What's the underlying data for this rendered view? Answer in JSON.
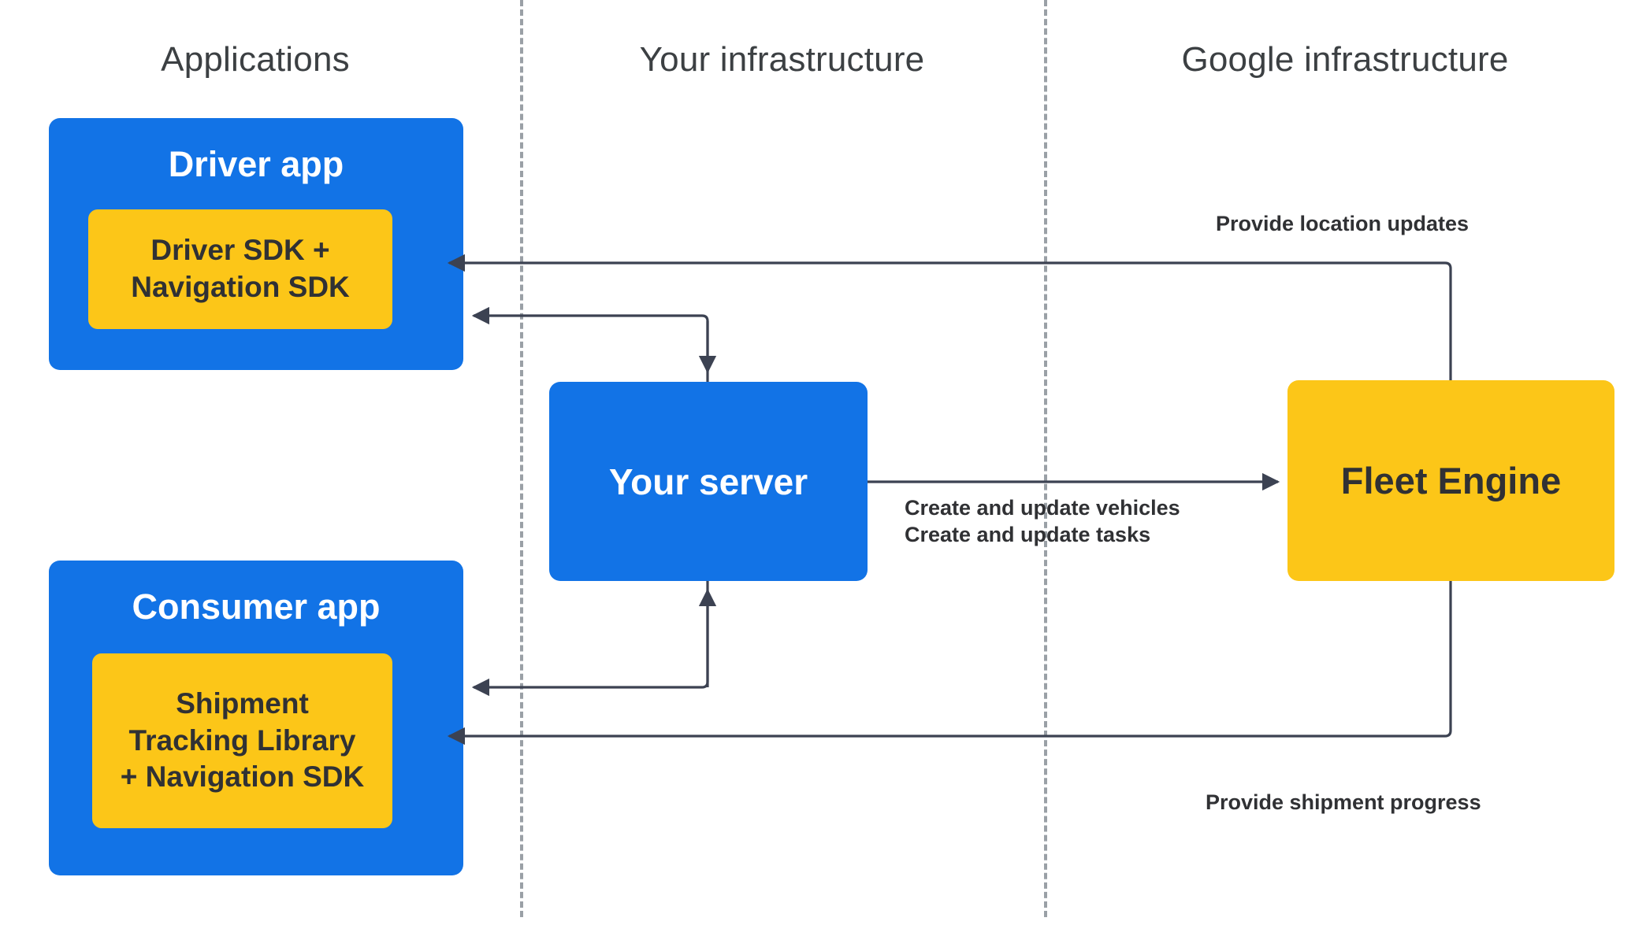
{
  "columns": [
    {
      "id": "applications",
      "label": "Applications"
    },
    {
      "id": "your-infrastructure",
      "label": "Your infrastructure"
    },
    {
      "id": "google-infrastructure",
      "label": "Google infrastructure"
    }
  ],
  "nodes": {
    "driver_app": {
      "title": "Driver app",
      "sdk_label": "Driver SDK +\nNavigation SDK"
    },
    "consumer_app": {
      "title": "Consumer app",
      "sdk_label": "Shipment\nTracking Library\n+ Navigation SDK"
    },
    "your_server": {
      "title": "Your server"
    },
    "fleet_engine": {
      "title": "Fleet Engine"
    }
  },
  "edges": [
    {
      "id": "fleet-to-driver",
      "label": "Provide location updates",
      "from": "fleet_engine",
      "to": "driver_app"
    },
    {
      "id": "server-to-driver",
      "label": "",
      "from": "your_server",
      "to": "driver_app"
    },
    {
      "id": "driver-to-server",
      "label": "",
      "from": "driver_app",
      "to": "your_server"
    },
    {
      "id": "server-to-fleet",
      "label": "Create and update vehicles\nCreate and update tasks",
      "label_line1": "Create and update vehicles",
      "label_line2": "Create and update tasks",
      "from": "your_server",
      "to": "fleet_engine"
    },
    {
      "id": "server-to-consumer",
      "label": "",
      "from": "your_server",
      "to": "consumer_app"
    },
    {
      "id": "fleet-to-consumer",
      "label": "Provide shipment progress",
      "from": "fleet_engine",
      "to": "consumer_app"
    }
  ],
  "colors": {
    "blue": "#1273e6",
    "yellow": "#fcc618",
    "arrow": "#3c4252",
    "divider": "#9aa0a6",
    "header_text": "#3c4043",
    "dark_text": "#303134",
    "background": "#ffffff"
  }
}
